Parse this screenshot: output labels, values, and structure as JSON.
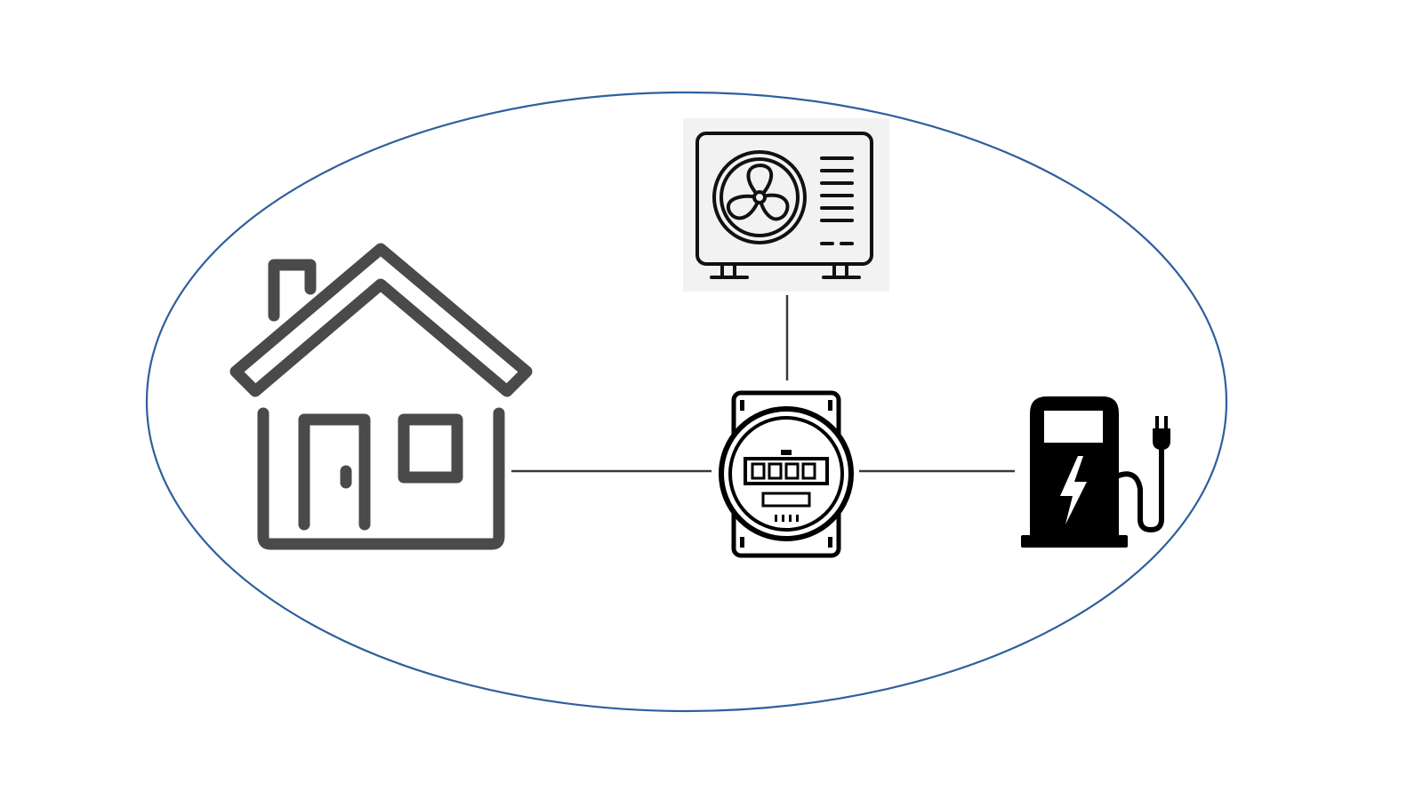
{
  "diagram": {
    "boundary_color": "#2e5f9e",
    "connector_color": "#3a3a3a",
    "icon_color": "#000000",
    "house_icon_color": "#4a4a4a",
    "panel_background": "#f2f2f2",
    "nodes": [
      {
        "id": "house",
        "icon": "house-icon"
      },
      {
        "id": "heat-pump",
        "icon": "heat-pump-outdoor-unit-icon"
      },
      {
        "id": "meter",
        "icon": "electricity-meter-icon"
      },
      {
        "id": "ev-charger",
        "icon": "ev-charging-station-icon"
      }
    ],
    "edges": [
      {
        "from": "house",
        "to": "meter"
      },
      {
        "from": "heat-pump",
        "to": "meter"
      },
      {
        "from": "meter",
        "to": "ev-charger"
      }
    ]
  }
}
